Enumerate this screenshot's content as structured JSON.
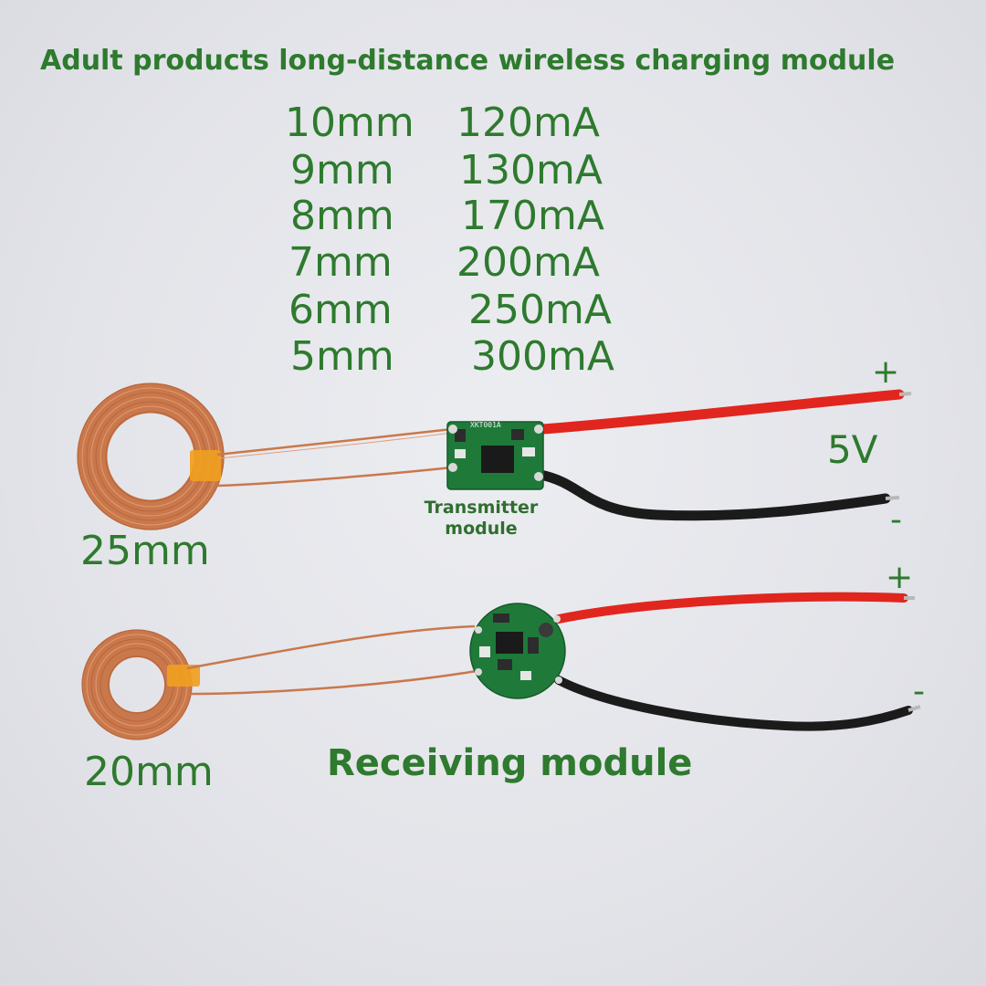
{
  "title": "Adult products long-distance wireless charging module",
  "specs": [
    {
      "distance": "10mm",
      "current": "120mA"
    },
    {
      "distance": "9mm",
      "current": "130mA"
    },
    {
      "distance": "8mm",
      "current": "170mA"
    },
    {
      "distance": "7mm",
      "current": "200mA"
    },
    {
      "distance": "6mm",
      "current": "250mA"
    },
    {
      "distance": "5mm",
      "current": "300mA"
    }
  ],
  "transmitter": {
    "coil_size": "25mm",
    "label_line1": "Transmitter",
    "label_line2": "module",
    "board_marking": "XKT001A",
    "voltage": "5V",
    "plus": "+",
    "minus": "-"
  },
  "receiver": {
    "coil_size": "20mm",
    "label": "Receiving module",
    "plus": "+",
    "minus": "-"
  },
  "colors": {
    "text_green": "#2e7a2e",
    "copper": "#c8764a",
    "pcb_green": "#1f7a3a",
    "wire_red": "#e0261e",
    "wire_black": "#1b1b1b"
  }
}
